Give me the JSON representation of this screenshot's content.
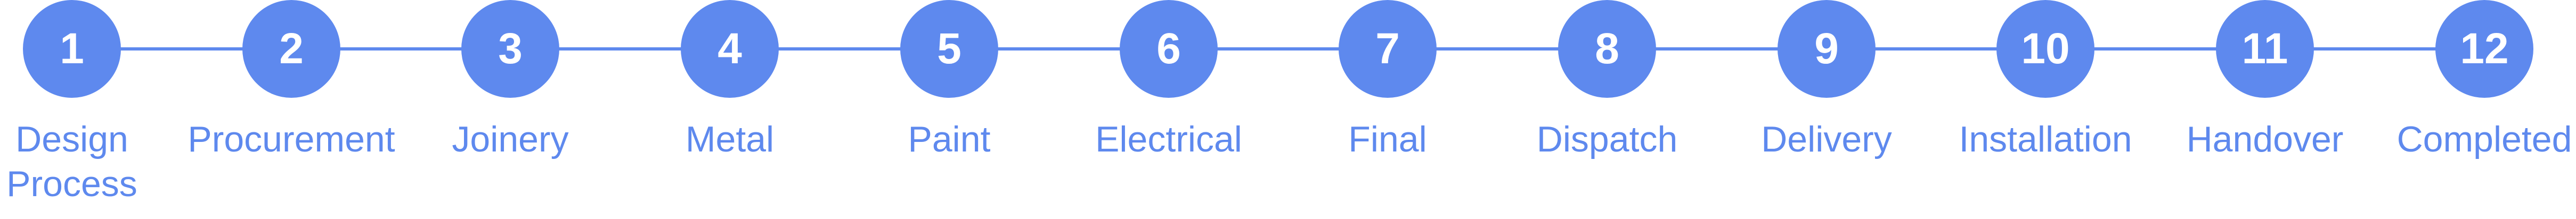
{
  "colors": {
    "accent": "#5e89ee",
    "number_text": "#ffffff",
    "background": "#ffffff"
  },
  "steps": [
    {
      "number": "1",
      "label": "Design Process"
    },
    {
      "number": "2",
      "label": "Procurement"
    },
    {
      "number": "3",
      "label": "Joinery"
    },
    {
      "number": "4",
      "label": "Metal"
    },
    {
      "number": "5",
      "label": "Paint"
    },
    {
      "number": "6",
      "label": "Electrical"
    },
    {
      "number": "7",
      "label": "Final"
    },
    {
      "number": "8",
      "label": "Dispatch"
    },
    {
      "number": "9",
      "label": "Delivery"
    },
    {
      "number": "10",
      "label": "Installation"
    },
    {
      "number": "11",
      "label": "Handover"
    },
    {
      "number": "12",
      "label": "Completed"
    }
  ]
}
